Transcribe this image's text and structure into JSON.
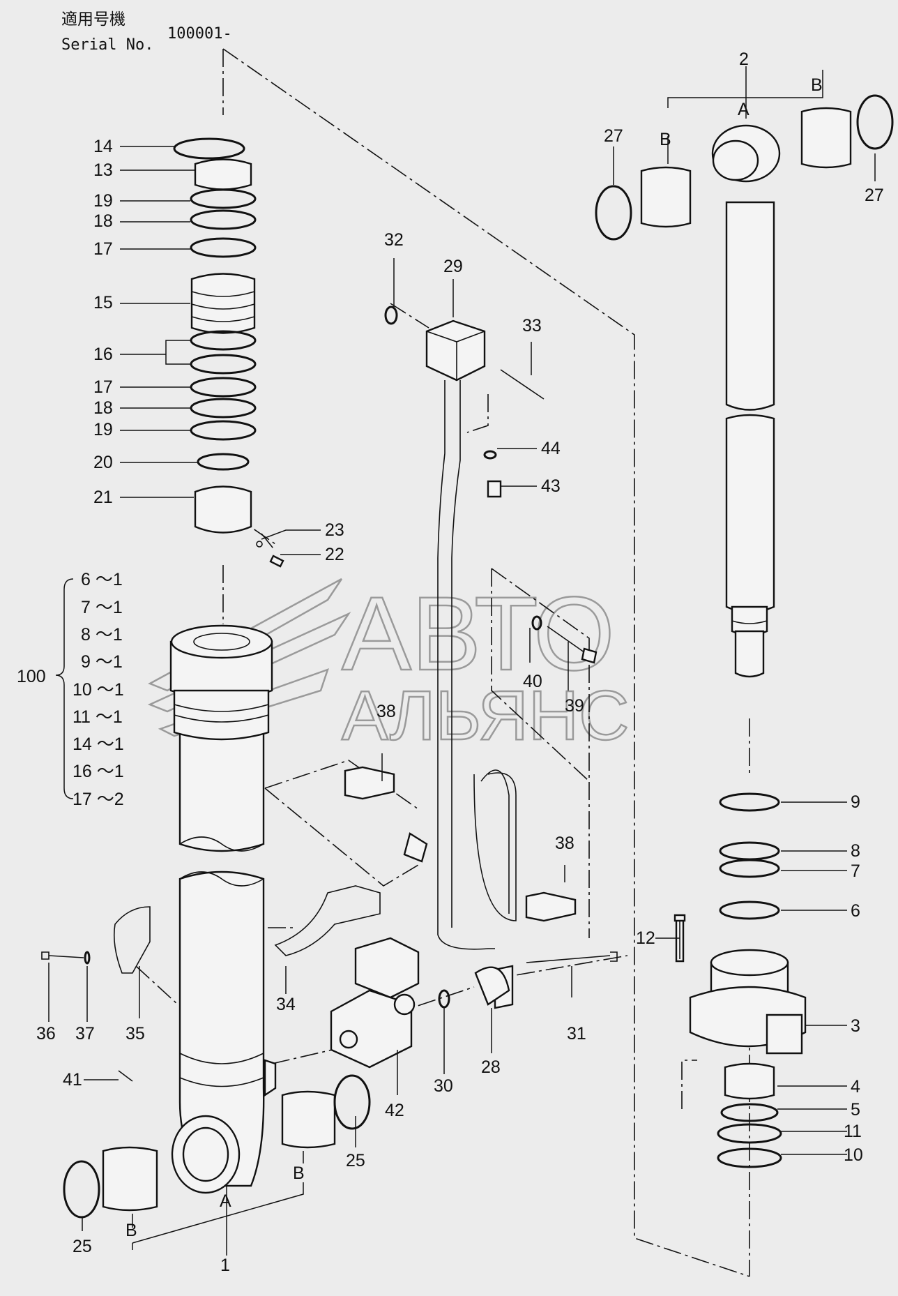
{
  "header": {
    "serial_jp": "適用号機",
    "serial_en": "Serial No.",
    "serial_value": "100001-"
  },
  "watermark": {
    "line1": "АВТО",
    "line2": "АЛЬЯНС"
  },
  "kit": {
    "number": "100",
    "items": [
      "6 ～1",
      "7 ～1",
      "8 ～1",
      "9 ～1",
      "10 ～1",
      "11 ～1",
      "14 ～1",
      "16 ～1",
      "17 ～2"
    ]
  },
  "callouts": {
    "n1": "1",
    "n2": "2",
    "n3": "3",
    "n4": "4",
    "n5": "5",
    "n6": "6",
    "n7": "7",
    "n8": "8",
    "n9": "9",
    "n10": "10",
    "n11": "11",
    "n12": "12",
    "n13": "13",
    "n14": "14",
    "n15": "15",
    "n16": "16",
    "n17a": "17",
    "n17b": "17",
    "n18a": "18",
    "n18b": "18",
    "n19a": "19",
    "n19b": "19",
    "n20": "20",
    "n21": "21",
    "n22": "22",
    "n23": "23",
    "n25a": "25",
    "n25b": "25",
    "n27a": "27",
    "n27b": "27",
    "n28": "28",
    "n29": "29",
    "n30": "30",
    "n31": "31",
    "n32": "32",
    "n33": "33",
    "n34": "34",
    "n35": "35",
    "n36": "36",
    "n37": "37",
    "n38a": "38",
    "n38b": "38",
    "n39": "39",
    "n40": "40",
    "n41": "41",
    "n42": "42",
    "n43": "43",
    "n44": "44",
    "letterA1": "A",
    "letterA2": "A",
    "letterB1": "B",
    "letterB2": "B",
    "letterB3": "B",
    "letterB4": "B"
  }
}
